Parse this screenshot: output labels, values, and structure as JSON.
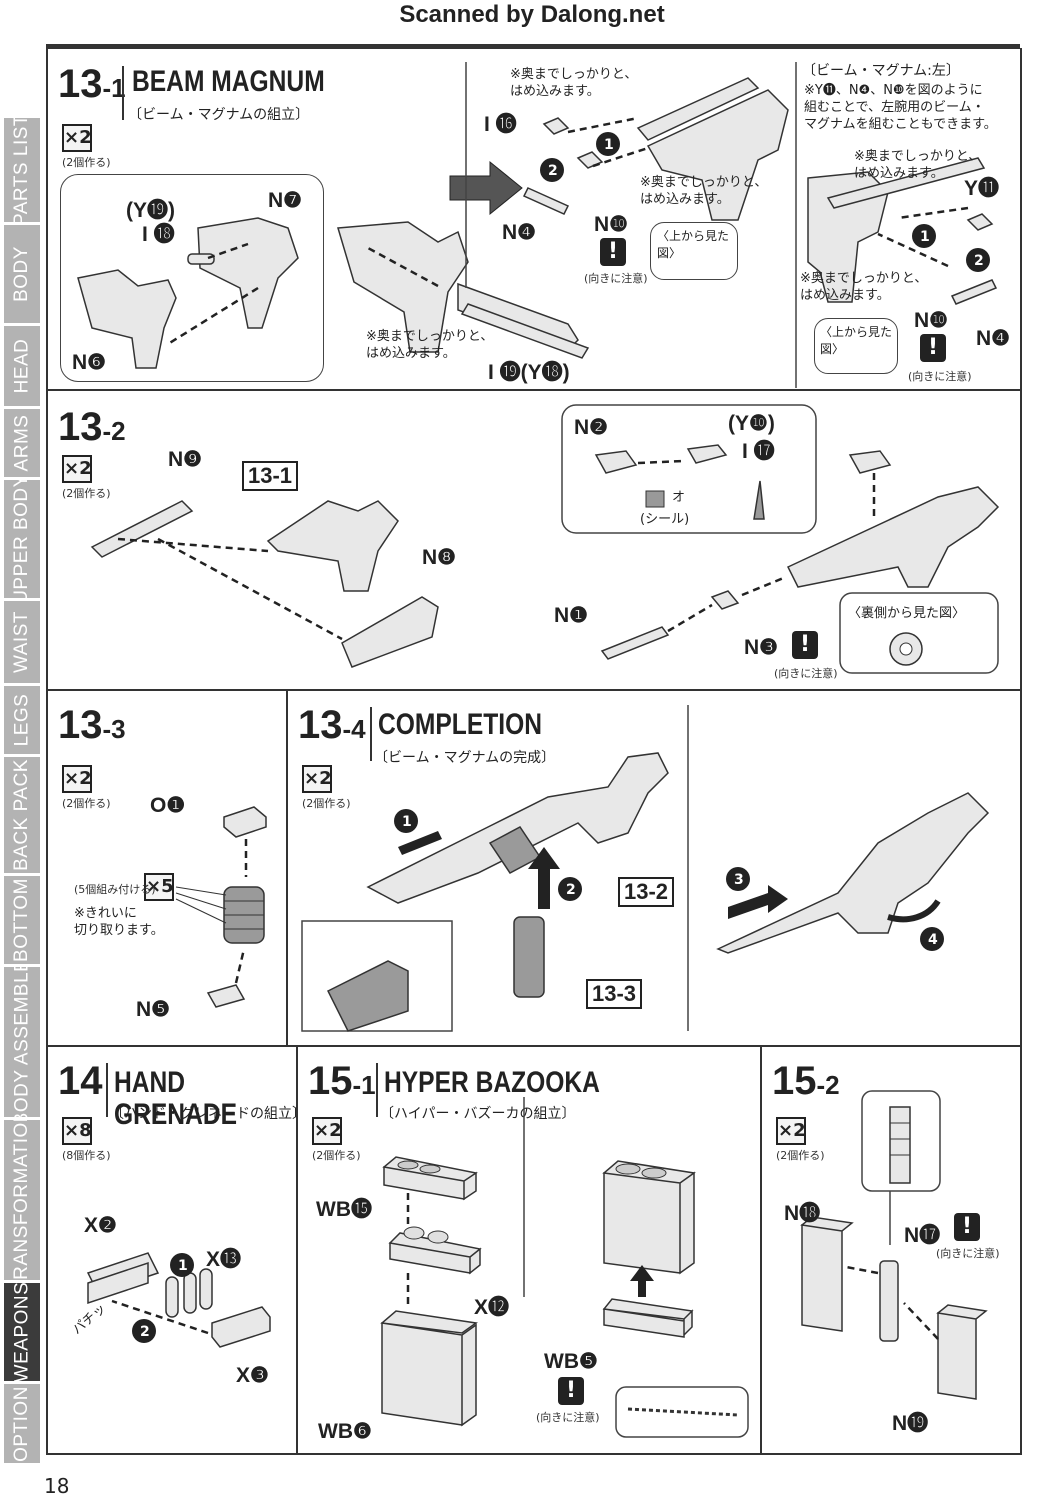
{
  "header": "Scanned by Dalong.net",
  "page_number": "18",
  "sidebar_tabs": [
    "PARTS LIST",
    "BODY",
    "HEAD",
    "ARMS",
    "UPPER BODY",
    "WAIST",
    "LEGS",
    "BACK PACK",
    "BOTTOM",
    "BODY ASSEMBLE",
    "TRANSFORMATION",
    "WEAPONS",
    "OPTION"
  ],
  "active_tab": "WEAPONS",
  "step_13_1": {
    "num": "13",
    "sub": "-1",
    "title": "BEAM MAGNUM",
    "jp": "〔ビーム・マグナムの組立〕",
    "mult": "×2",
    "mult_note": "(2個作る)",
    "labels": {
      "y19": "(Y⓳)",
      "i18": "I ⓲",
      "n7": "N❼",
      "n6": "N❻",
      "i19y18": "I ⓳(Y⓲)",
      "i16": "I ⓰",
      "n4": "N❹",
      "n10": "N❿"
    },
    "note_press": "※奥までしっかりと、\nはめ込みます。",
    "note_press_short": "※奥までしっかりと、\nはめ込みます。",
    "note_top_view": "〈上から見た図〉",
    "warn_note": "(向きに注意)",
    "left_title": "〔ビーム・マグナム:左〕",
    "left_note": "※Y⓫、N❹、N❿を図のように\n組むことで、左腕用のビーム・\nマグナムを組むこともできます。",
    "left_labels": {
      "y11": "Y⓫",
      "n10": "N❿",
      "n4": "N❹"
    }
  },
  "step_13_2": {
    "num": "13",
    "sub": "-2",
    "mult": "×2",
    "mult_note": "(2個作る)",
    "labels": {
      "n9": "N❾",
      "ref": "13-1",
      "n8": "N❽",
      "n2": "N❷",
      "y10": "(Y❿)",
      "i17": "I ⓱",
      "n1": "N❶",
      "n3": "N❸"
    },
    "seal": "(シール)",
    "seal_letter": "オ",
    "back_view": "〈裏側から見た図〉",
    "warn_note": "(向きに注意)"
  },
  "step_13_3": {
    "num": "13",
    "sub": "-3",
    "mult": "×2",
    "mult_note": "(2個作る)",
    "labels": {
      "o1": "O❶",
      "n5": "N❺"
    },
    "x5": "×5",
    "x5_note": "(5個組み付ける)",
    "cut_note": "※きれいに\n切り取ります。"
  },
  "step_13_4": {
    "num": "13",
    "sub": "-4",
    "title": "COMPLETION",
    "jp": "〔ビーム・マグナムの完成〕",
    "mult": "×2",
    "mult_note": "(2個作る)",
    "refs": [
      "13-2",
      "13-3"
    ],
    "steps": [
      "1",
      "2",
      "3",
      "4"
    ]
  },
  "step_14": {
    "num": "14",
    "title": "HAND GRENADE",
    "jp": "〔ハンド・グレネードの組立〕",
    "mult": "×8",
    "mult_note": "(8個作る)",
    "labels": {
      "x2": "X❷",
      "x13": "X⓭",
      "x3": "X❸"
    },
    "snap": "パチッ"
  },
  "step_15_1": {
    "num": "15",
    "sub": "-1",
    "title": "HYPER BAZOOKA",
    "jp": "〔ハイパー・バズーカの組立〕",
    "mult": "×2",
    "mult_note": "(2個作る)",
    "labels": {
      "wb15": "WB⓯",
      "x12": "X⓬",
      "wb6": "WB❻",
      "wb5": "WB❺"
    },
    "warn_note": "(向きに注意)"
  },
  "step_15_2": {
    "num": "15",
    "sub": "-2",
    "mult": "×2",
    "mult_note": "(2個作る)",
    "labels": {
      "n18": "N⓲",
      "n17": "N⓱",
      "n19": "N⓳"
    },
    "warn_note": "(向きに注意)"
  }
}
